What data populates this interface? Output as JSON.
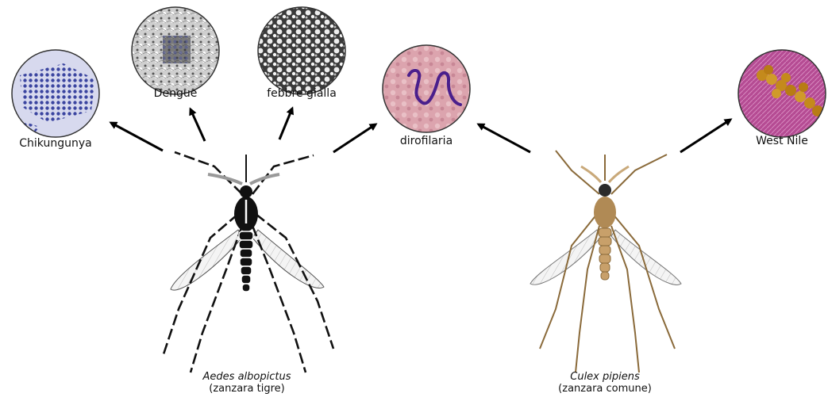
{
  "pathogens": [
    {
      "id": "chikungunya",
      "label": "Chikungunya"
    },
    {
      "id": "dengue",
      "label": "Dengue"
    },
    {
      "id": "yellow-fever",
      "label": "febbre gialla"
    },
    {
      "id": "dirofilaria",
      "label": "dirofilaria"
    },
    {
      "id": "west-nile",
      "label": "West Nile"
    }
  ],
  "species": [
    {
      "id": "aedes",
      "scientific_name": "Aedes albopictus",
      "common_name": "(zanzara tigre)",
      "body_color": "#1a1a1a"
    },
    {
      "id": "culex",
      "scientific_name": "Culex pipiens",
      "common_name": "(zanzara comune)",
      "body_color": "#b08a55"
    }
  ],
  "colors": {
    "arrow": "#000000",
    "chikungunya_bg": "#cfd2ea",
    "chikungunya_dot": "#3b45a0",
    "dengue_bg": "#d8d8d8",
    "yellow_fever_bg": "#2a2a2a",
    "dirofilaria_bg": "#d9a0aa",
    "dirofilaria_worm": "#4a1f8c",
    "west_nile_bg": "#c25a9e",
    "west_nile_virus": "#c48a1c"
  }
}
